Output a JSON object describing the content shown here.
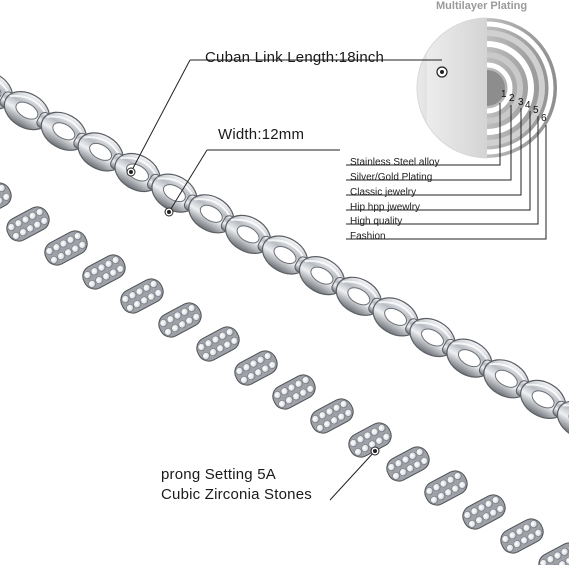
{
  "multilayer_title": "Multilayer Plating",
  "length_label": "Cuban Link Length:18inch",
  "width_label": "Width:12mm",
  "stone_label_line1": "prong Setting 5A",
  "stone_label_line2": "Cubic Zirconia Stones",
  "layer_numbers": [
    "1",
    "2",
    "3",
    "4",
    "5",
    "6"
  ],
  "layers": [
    "Stainless Steel alloy",
    "Silver/Gold Plating",
    "Classic jewelry",
    "Hip hpp jwewlry",
    "High quality",
    "Fashion"
  ],
  "colors": {
    "background": "#ffffff",
    "metal": "#c9ccd1",
    "metal_dark": "#5b5e63",
    "diamond": "#f4f5f7",
    "line": "#222222"
  }
}
